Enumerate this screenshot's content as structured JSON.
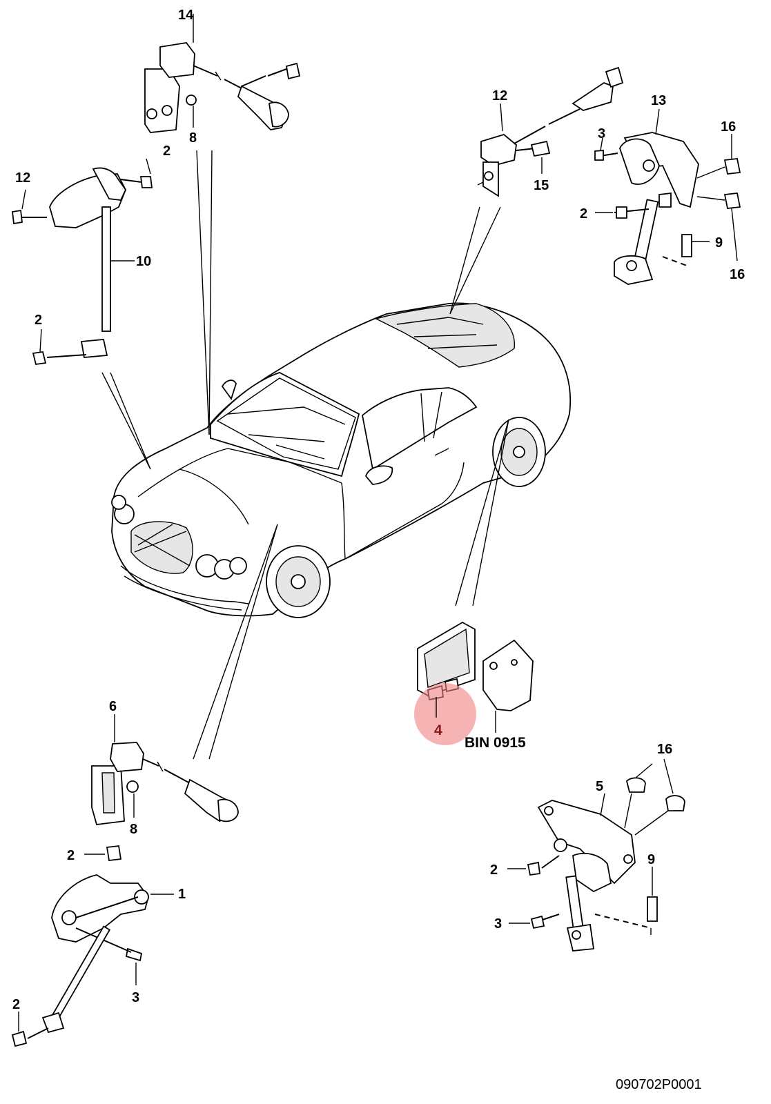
{
  "callouts": {
    "c14_top": "14",
    "c8_top": "8",
    "c12_left": "12",
    "c2_left_top": "2",
    "c10": "10",
    "c2_left_mid": "2",
    "c12_right": "12",
    "c15": "15",
    "c13": "13",
    "c3_right_top": "3",
    "c16_right_top": "16",
    "c2_right_top": "2",
    "c9_right_top": "9",
    "c16_right_bottom": "16",
    "c6": "6",
    "c8_bottom": "8",
    "c4": "4",
    "c2_bottom_left_a": "2",
    "c1": "1",
    "c3_bottom_left": "3",
    "c2_bottom_left_b": "2",
    "c16_bottom_right": "16",
    "c5": "5",
    "c2_bottom_right": "2",
    "c9_bottom_right": "9",
    "c3_bottom_right": "3"
  },
  "bin_label": "BIN 0915",
  "document_number": "090702P0001",
  "highlight_color": "#f08080"
}
